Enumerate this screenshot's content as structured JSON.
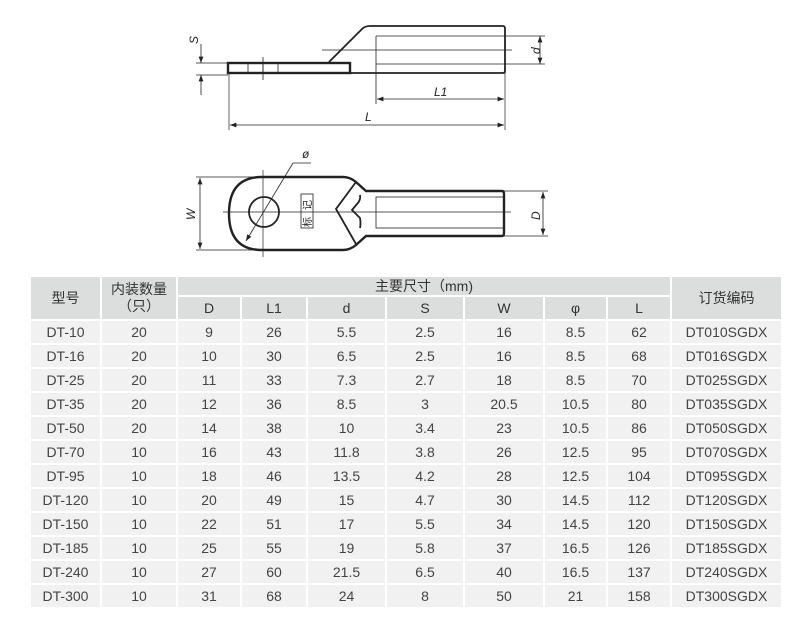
{
  "drawing": {
    "side_view": {
      "labels": {
        "S": "S",
        "d": "d",
        "L1": "L1",
        "L": "L"
      }
    },
    "top_view": {
      "labels": {
        "phi": "ø",
        "W": "W",
        "D": "D",
        "marking_1": "标",
        "marking_2": "记"
      }
    }
  },
  "table": {
    "headers": {
      "model": "型号",
      "qty_line1": "内装数量",
      "qty_line2": "（只）",
      "dimensions_group": "主要尺寸（mm)",
      "order_code": "订货编码",
      "dims": [
        "D",
        "L1",
        "d",
        "S",
        "W",
        "φ",
        "L"
      ]
    },
    "rows": [
      {
        "model": "DT-10",
        "qty": "20",
        "D": "9",
        "L1": "26",
        "d": "5.5",
        "S": "2.5",
        "W": "16",
        "phi": "8.5",
        "L": "62",
        "code": "DT010SGDX"
      },
      {
        "model": "DT-16",
        "qty": "20",
        "D": "10",
        "L1": "30",
        "d": "6.5",
        "S": "2.5",
        "W": "16",
        "phi": "8.5",
        "L": "68",
        "code": "DT016SGDX"
      },
      {
        "model": "DT-25",
        "qty": "20",
        "D": "11",
        "L1": "33",
        "d": "7.3",
        "S": "2.7",
        "W": "18",
        "phi": "8.5",
        "L": "70",
        "code": "DT025SGDX"
      },
      {
        "model": "DT-35",
        "qty": "20",
        "D": "12",
        "L1": "36",
        "d": "8.5",
        "S": "3",
        "W": "20.5",
        "phi": "10.5",
        "L": "80",
        "code": "DT035SGDX"
      },
      {
        "model": "DT-50",
        "qty": "20",
        "D": "14",
        "L1": "38",
        "d": "10",
        "S": "3.4",
        "W": "23",
        "phi": "10.5",
        "L": "86",
        "code": "DT050SGDX"
      },
      {
        "model": "DT-70",
        "qty": "10",
        "D": "16",
        "L1": "43",
        "d": "11.8",
        "S": "3.8",
        "W": "26",
        "phi": "12.5",
        "L": "95",
        "code": "DT070SGDX"
      },
      {
        "model": "DT-95",
        "qty": "10",
        "D": "18",
        "L1": "46",
        "d": "13.5",
        "S": "4.2",
        "W": "28",
        "phi": "12.5",
        "L": "104",
        "code": "DT095SGDX"
      },
      {
        "model": "DT-120",
        "qty": "10",
        "D": "20",
        "L1": "49",
        "d": "15",
        "S": "4.7",
        "W": "30",
        "phi": "14.5",
        "L": "112",
        "code": "DT120SGDX"
      },
      {
        "model": "DT-150",
        "qty": "10",
        "D": "22",
        "L1": "51",
        "d": "17",
        "S": "5.5",
        "W": "34",
        "phi": "14.5",
        "L": "120",
        "code": "DT150SGDX"
      },
      {
        "model": "DT-185",
        "qty": "10",
        "D": "25",
        "L1": "55",
        "d": "19",
        "S": "5.8",
        "W": "37",
        "phi": "16.5",
        "L": "126",
        "code": "DT185SGDX"
      },
      {
        "model": "DT-240",
        "qty": "10",
        "D": "27",
        "L1": "60",
        "d": "21.5",
        "S": "6.5",
        "W": "40",
        "phi": "16.5",
        "L": "137",
        "code": "DT240SGDX"
      },
      {
        "model": "DT-300",
        "qty": "10",
        "D": "31",
        "L1": "68",
        "d": "24",
        "S": "8",
        "W": "50",
        "phi": "21",
        "L": "158",
        "code": "DT300SGDX"
      }
    ]
  }
}
